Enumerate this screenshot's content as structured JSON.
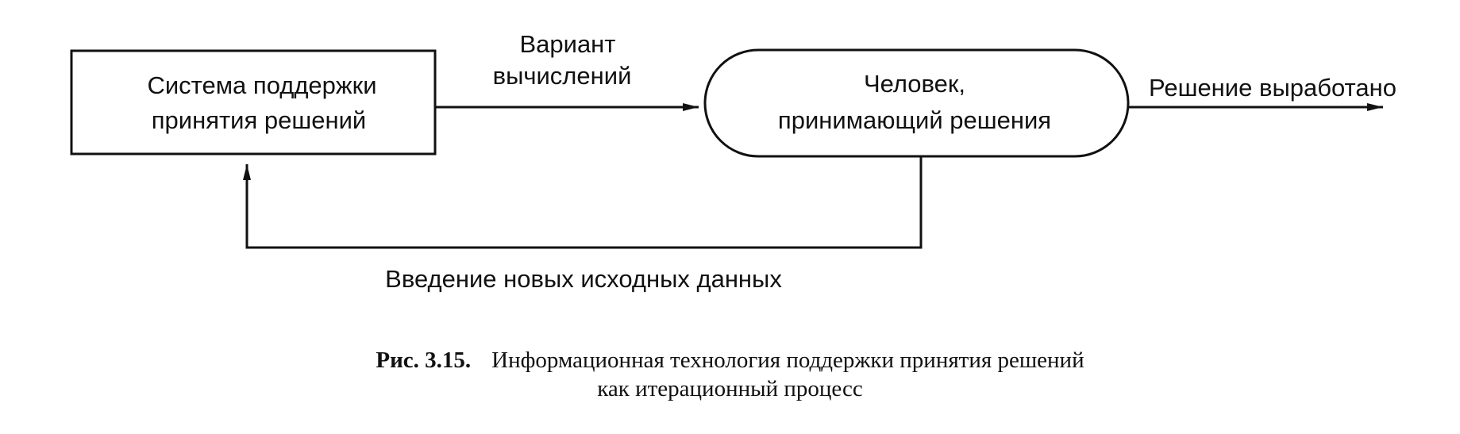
{
  "nodes": {
    "dss": {
      "lines": [
        "Система поддержки",
        "принятия решений"
      ]
    },
    "decision_maker": {
      "lines": [
        "Человек,",
        "принимающий  решения"
      ]
    }
  },
  "edges": {
    "computation_variant": {
      "lines": [
        "Вариант",
        "вычислений"
      ]
    },
    "decision_made": {
      "label": "Решение выработано"
    },
    "new_input": {
      "label": "Введение новых исходных данных"
    }
  },
  "caption": {
    "number": "Рис. 3.15.",
    "line1": "Информационная технология поддержки принятия решений",
    "line2": "как итерационный процесс"
  }
}
